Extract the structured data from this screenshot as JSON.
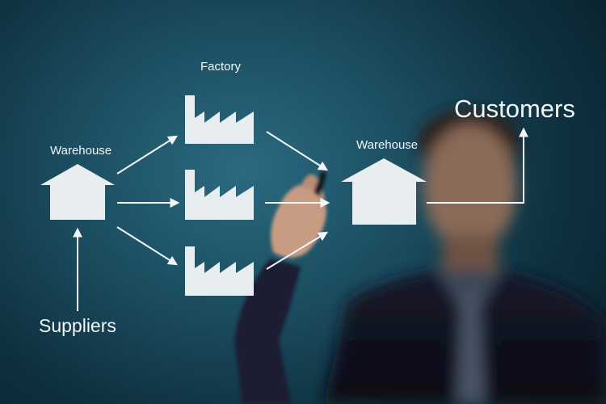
{
  "diagram": {
    "labels": {
      "factory": "Factory",
      "warehouse_left": "Warehouse",
      "warehouse_right": "Warehouse",
      "customers": "Customers",
      "suppliers": "Suppliers"
    },
    "icons": [
      "warehouse-icon",
      "factory-icon",
      "arrow-icon"
    ],
    "colors": {
      "background": "#1a4a5d",
      "foreground": "#f2f6f8",
      "icon_fill": "#e8eef0"
    }
  }
}
